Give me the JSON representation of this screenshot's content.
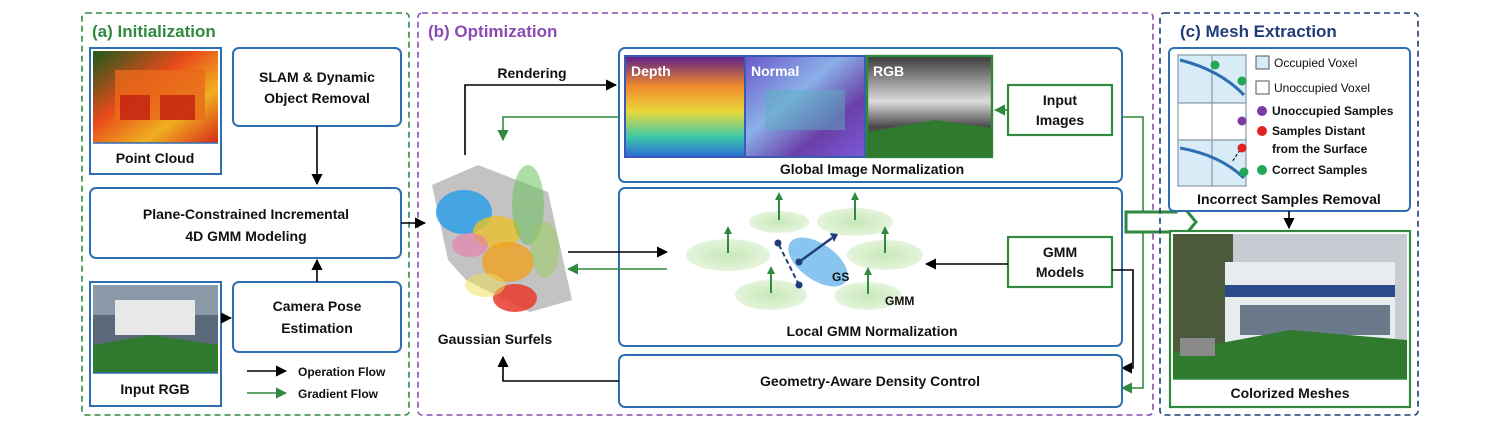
{
  "sections": {
    "init": {
      "title": "(a) Initialization",
      "color": "#2f8a3f"
    },
    "opt": {
      "title": "(b) Optimization",
      "color": "#8a4bb3"
    },
    "mesh": {
      "title": "(c) Mesh Extraction",
      "color": "#1f3d7a"
    }
  },
  "init": {
    "point_cloud": "Point Cloud",
    "slam_line1": "SLAM & Dynamic",
    "slam_line2": "Object Removal",
    "plane_line1": "Plane-Constrained  Incremental",
    "plane_line2": "4D GMM Modeling",
    "input_rgb": "Input RGB",
    "camera_line1": "Camera Pose",
    "camera_line2": "Estimation"
  },
  "legend": {
    "operation_flow": "Operation Flow",
    "gradient_flow": "Gradient Flow",
    "operation_color": "#000000",
    "gradient_color": "#2f8a3f"
  },
  "opt": {
    "rendering": "Rendering",
    "depth": "Depth",
    "normal": "Normal",
    "rgb": "RGB",
    "global_norm": "Global  Image Normalization",
    "input_images_line1": "Input",
    "input_images_line2": "Images",
    "gaussian_surfels": "Gaussian  Surfels",
    "gs": "GS",
    "gmm": "GMM",
    "local_norm": "Local GMM Normalization",
    "gmm_models_line1": "GMM",
    "gmm_models_line2": "Models",
    "density_control": "Geometry-Aware Density Control"
  },
  "mesh": {
    "occupied_voxel": "Occupied Voxel",
    "unoccupied_voxel": "Unoccupied Voxel",
    "unoccupied_samples": "Unoccupied Samples",
    "samples_distant_line1": "Samples Distant",
    "samples_distant_line2": "from the Surface",
    "correct_samples": "Correct Samples",
    "incorrect_removal": "Incorrect Samples Removal",
    "colorized_meshes": "Colorized Meshes",
    "color_unoccupied_samples": "#7b3aa6",
    "color_distant": "#e02020",
    "color_correct": "#22a855"
  }
}
